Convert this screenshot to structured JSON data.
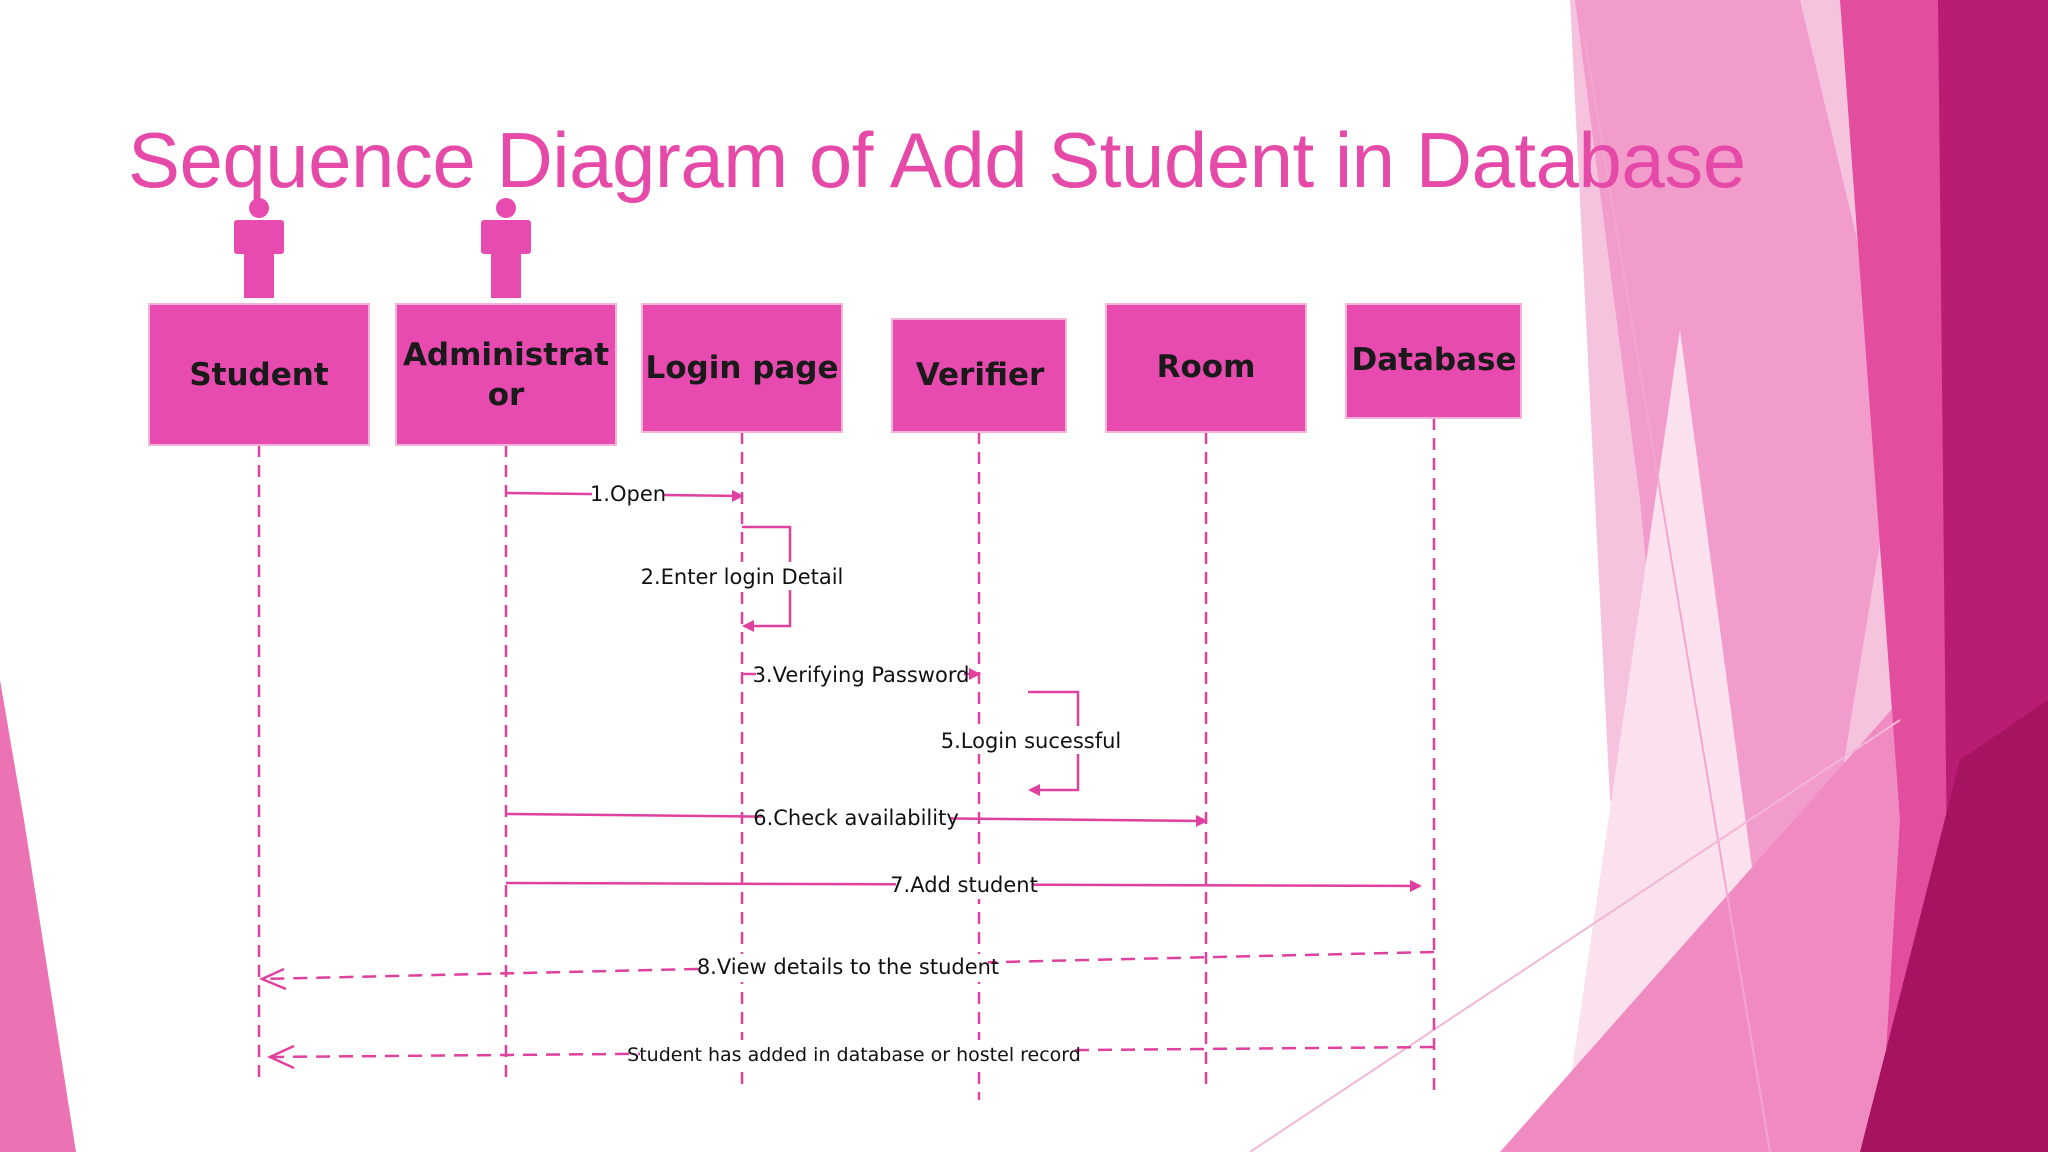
{
  "slide": {
    "title": "Sequence Diagram of Add Student in Database"
  },
  "colors": {
    "accent": "#e64aa8",
    "box_fill": "#e84bb0",
    "line": "#e0409e",
    "deco_dark": "#b8196f",
    "deco_mid": "#e04a9d",
    "deco_light": "#f3a6cf"
  },
  "diagram": {
    "actor_icons": [
      "person-icon",
      "person-icon"
    ],
    "lifelines": [
      {
        "id": "student",
        "label_lines": [
          "Student"
        ]
      },
      {
        "id": "administrator",
        "label_lines": [
          "Administrat",
          "or"
        ]
      },
      {
        "id": "login_page",
        "label_lines": [
          "Login page"
        ]
      },
      {
        "id": "verifier",
        "label_lines": [
          "Verifier"
        ]
      },
      {
        "id": "room",
        "label_lines": [
          "Room"
        ]
      },
      {
        "id": "database",
        "label_lines": [
          "Database"
        ]
      }
    ],
    "messages": [
      {
        "from": "administrator",
        "to": "login_page",
        "label": "1.Open",
        "kind": "sync"
      },
      {
        "from": "login_page",
        "to": "login_page",
        "label": "2.Enter login Detail",
        "kind": "self"
      },
      {
        "from": "login_page",
        "to": "verifier",
        "label": "3.Verifying Password",
        "kind": "sync"
      },
      {
        "from": "verifier",
        "to": "verifier",
        "label": "5.Login sucessful",
        "kind": "self"
      },
      {
        "from": "administrator",
        "to": "room",
        "label": "6.Check availability",
        "kind": "sync"
      },
      {
        "from": "administrator",
        "to": "database",
        "label": "7.Add student",
        "kind": "sync"
      },
      {
        "from": "database",
        "to": "student",
        "label": "8.View details to the student",
        "kind": "return"
      },
      {
        "from": "database",
        "to": "student",
        "label": "Student has  added in database or hostel record",
        "kind": "return"
      }
    ]
  }
}
